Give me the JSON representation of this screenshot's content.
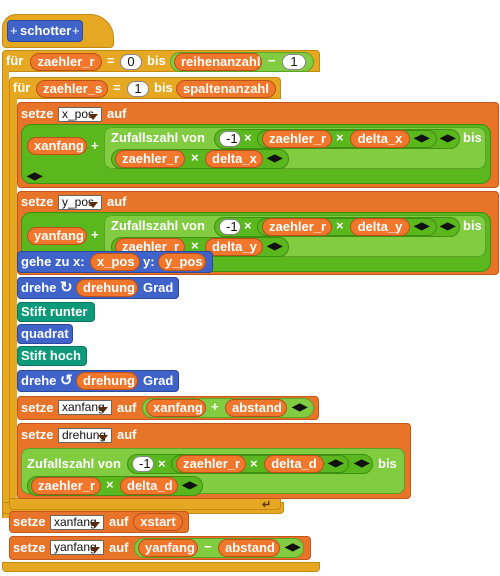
{
  "hat": {
    "label": "schotter",
    "left_symbol": "+",
    "right_symbol": "+"
  },
  "loop1": {
    "keyword": "für",
    "var": "zaehler_r",
    "eq": "=",
    "start": "0",
    "to": "bis",
    "limit_var": "reihenanzahl",
    "minus": "−",
    "minus_val": "1"
  },
  "loop2": {
    "keyword": "für",
    "var": "zaehler_s",
    "eq": "=",
    "start": "1",
    "to": "bis",
    "limit_var": "spaltenanzahl"
  },
  "set_x": {
    "keyword": "setze",
    "target": "x_pos",
    "auf": "auf",
    "base_var": "xanfang",
    "plus": "+",
    "rnd_label": "Zufallszahl von",
    "rnd_min": "-1",
    "times": "×",
    "r_var": "zaehler_r",
    "d_var": "delta_x",
    "bis": "bis",
    "second_r": "zaehler_r",
    "second_d": "delta_x"
  },
  "set_y": {
    "keyword": "setze",
    "target": "y_pos",
    "auf": "auf",
    "base_var": "yanfang",
    "plus": "+",
    "rnd_label": "Zufallszahl von",
    "rnd_min": "-1",
    "times": "×",
    "r_var": "zaehler_r",
    "d_var": "delta_y",
    "bis": "bis",
    "second_r": "zaehler_r",
    "second_d": "delta_y"
  },
  "goto": {
    "label": "gehe zu x:",
    "x_var": "x_pos",
    "y_label": "y:",
    "y_var": "y_pos"
  },
  "turn1": {
    "label": "drehe",
    "icon": "clockwise-icon",
    "var": "drehung",
    "unit": "Grad"
  },
  "pen_down": "Stift runter",
  "square": "quadrat",
  "pen_up": "Stift hoch",
  "turn2": {
    "label": "drehe",
    "icon": "counterclockwise-icon",
    "var": "drehung",
    "unit": "Grad"
  },
  "set_xanfang": {
    "keyword": "setze",
    "target": "xanfang",
    "auf": "auf",
    "var": "xanfang",
    "plus": "+",
    "add_var": "abstand"
  },
  "set_drehung": {
    "keyword": "setze",
    "target": "drehung",
    "auf": "auf",
    "rnd_label": "Zufallszahl von",
    "rnd_min": "-1",
    "times": "×",
    "r_var": "zaehler_r",
    "d_var": "delta_d",
    "bis": "bis",
    "second_r": "zaehler_r",
    "second_d": "delta_d"
  },
  "set_xanfang2": {
    "keyword": "setze",
    "target": "xanfang",
    "auf": "auf",
    "var": "xstart"
  },
  "set_yanfang": {
    "keyword": "setze",
    "target": "yanfang",
    "auf": "auf",
    "var": "yanfang",
    "minus": "−",
    "sub_var": "abstand"
  },
  "colors": {
    "control": "#e6a822",
    "variables": "#e8742a",
    "operators": "#5bb71e",
    "motion": "#3f63c9",
    "pen": "#0e9a7a"
  }
}
